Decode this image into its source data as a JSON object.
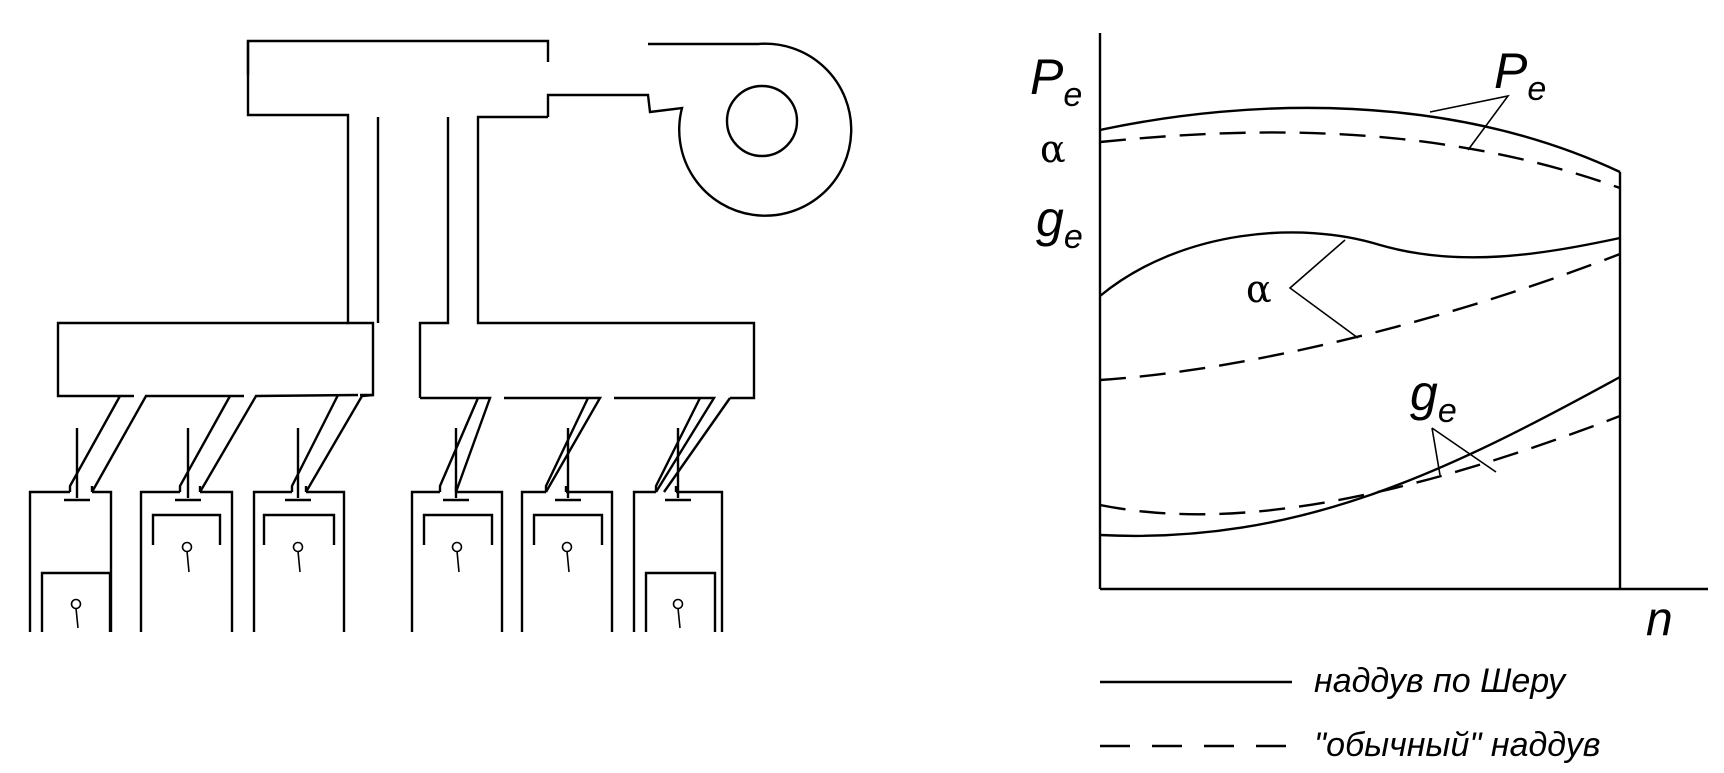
{
  "labels": {
    "pe_symbol": "P",
    "pe_subscript": "e",
    "alpha_symbol": "α",
    "ge_symbol": "g",
    "ge_subscript": "e",
    "n_axis": "n"
  },
  "legend": {
    "solid": "наддув по Шеру",
    "dashed": "\"обычный\" наддув"
  },
  "colors": {
    "ink": "#000000",
    "background": "#ffffff"
  }
}
